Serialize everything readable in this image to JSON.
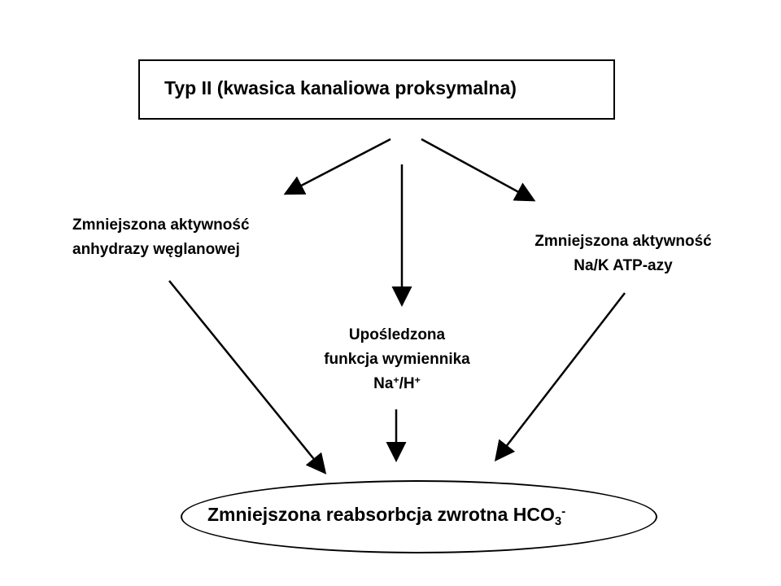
{
  "diagram": {
    "root": {
      "label": "Typ II (kwasica kanaliowa proksymalna)"
    },
    "mechanisms": {
      "left": {
        "line1": "Zmniejszona aktywność",
        "line2": "anhydrazy węglanowej"
      },
      "center": {
        "line1": "Upośledzona",
        "line2": "funkcja wymiennika",
        "line3_prefix": "Na",
        "line3_sup1": "+",
        "line3_mid": "/H",
        "line3_sup2": "+"
      },
      "right": {
        "line1": "Zmniejszona aktywność",
        "line2": "Na/K ATP-azy"
      }
    },
    "result": {
      "text_main": "Zmniejszona reabsorbcja zwrotna HCO",
      "text_sub": "3",
      "text_sup": "-"
    },
    "colors": {
      "line": "#000000",
      "background": "#ffffff",
      "text": "#000000"
    }
  }
}
